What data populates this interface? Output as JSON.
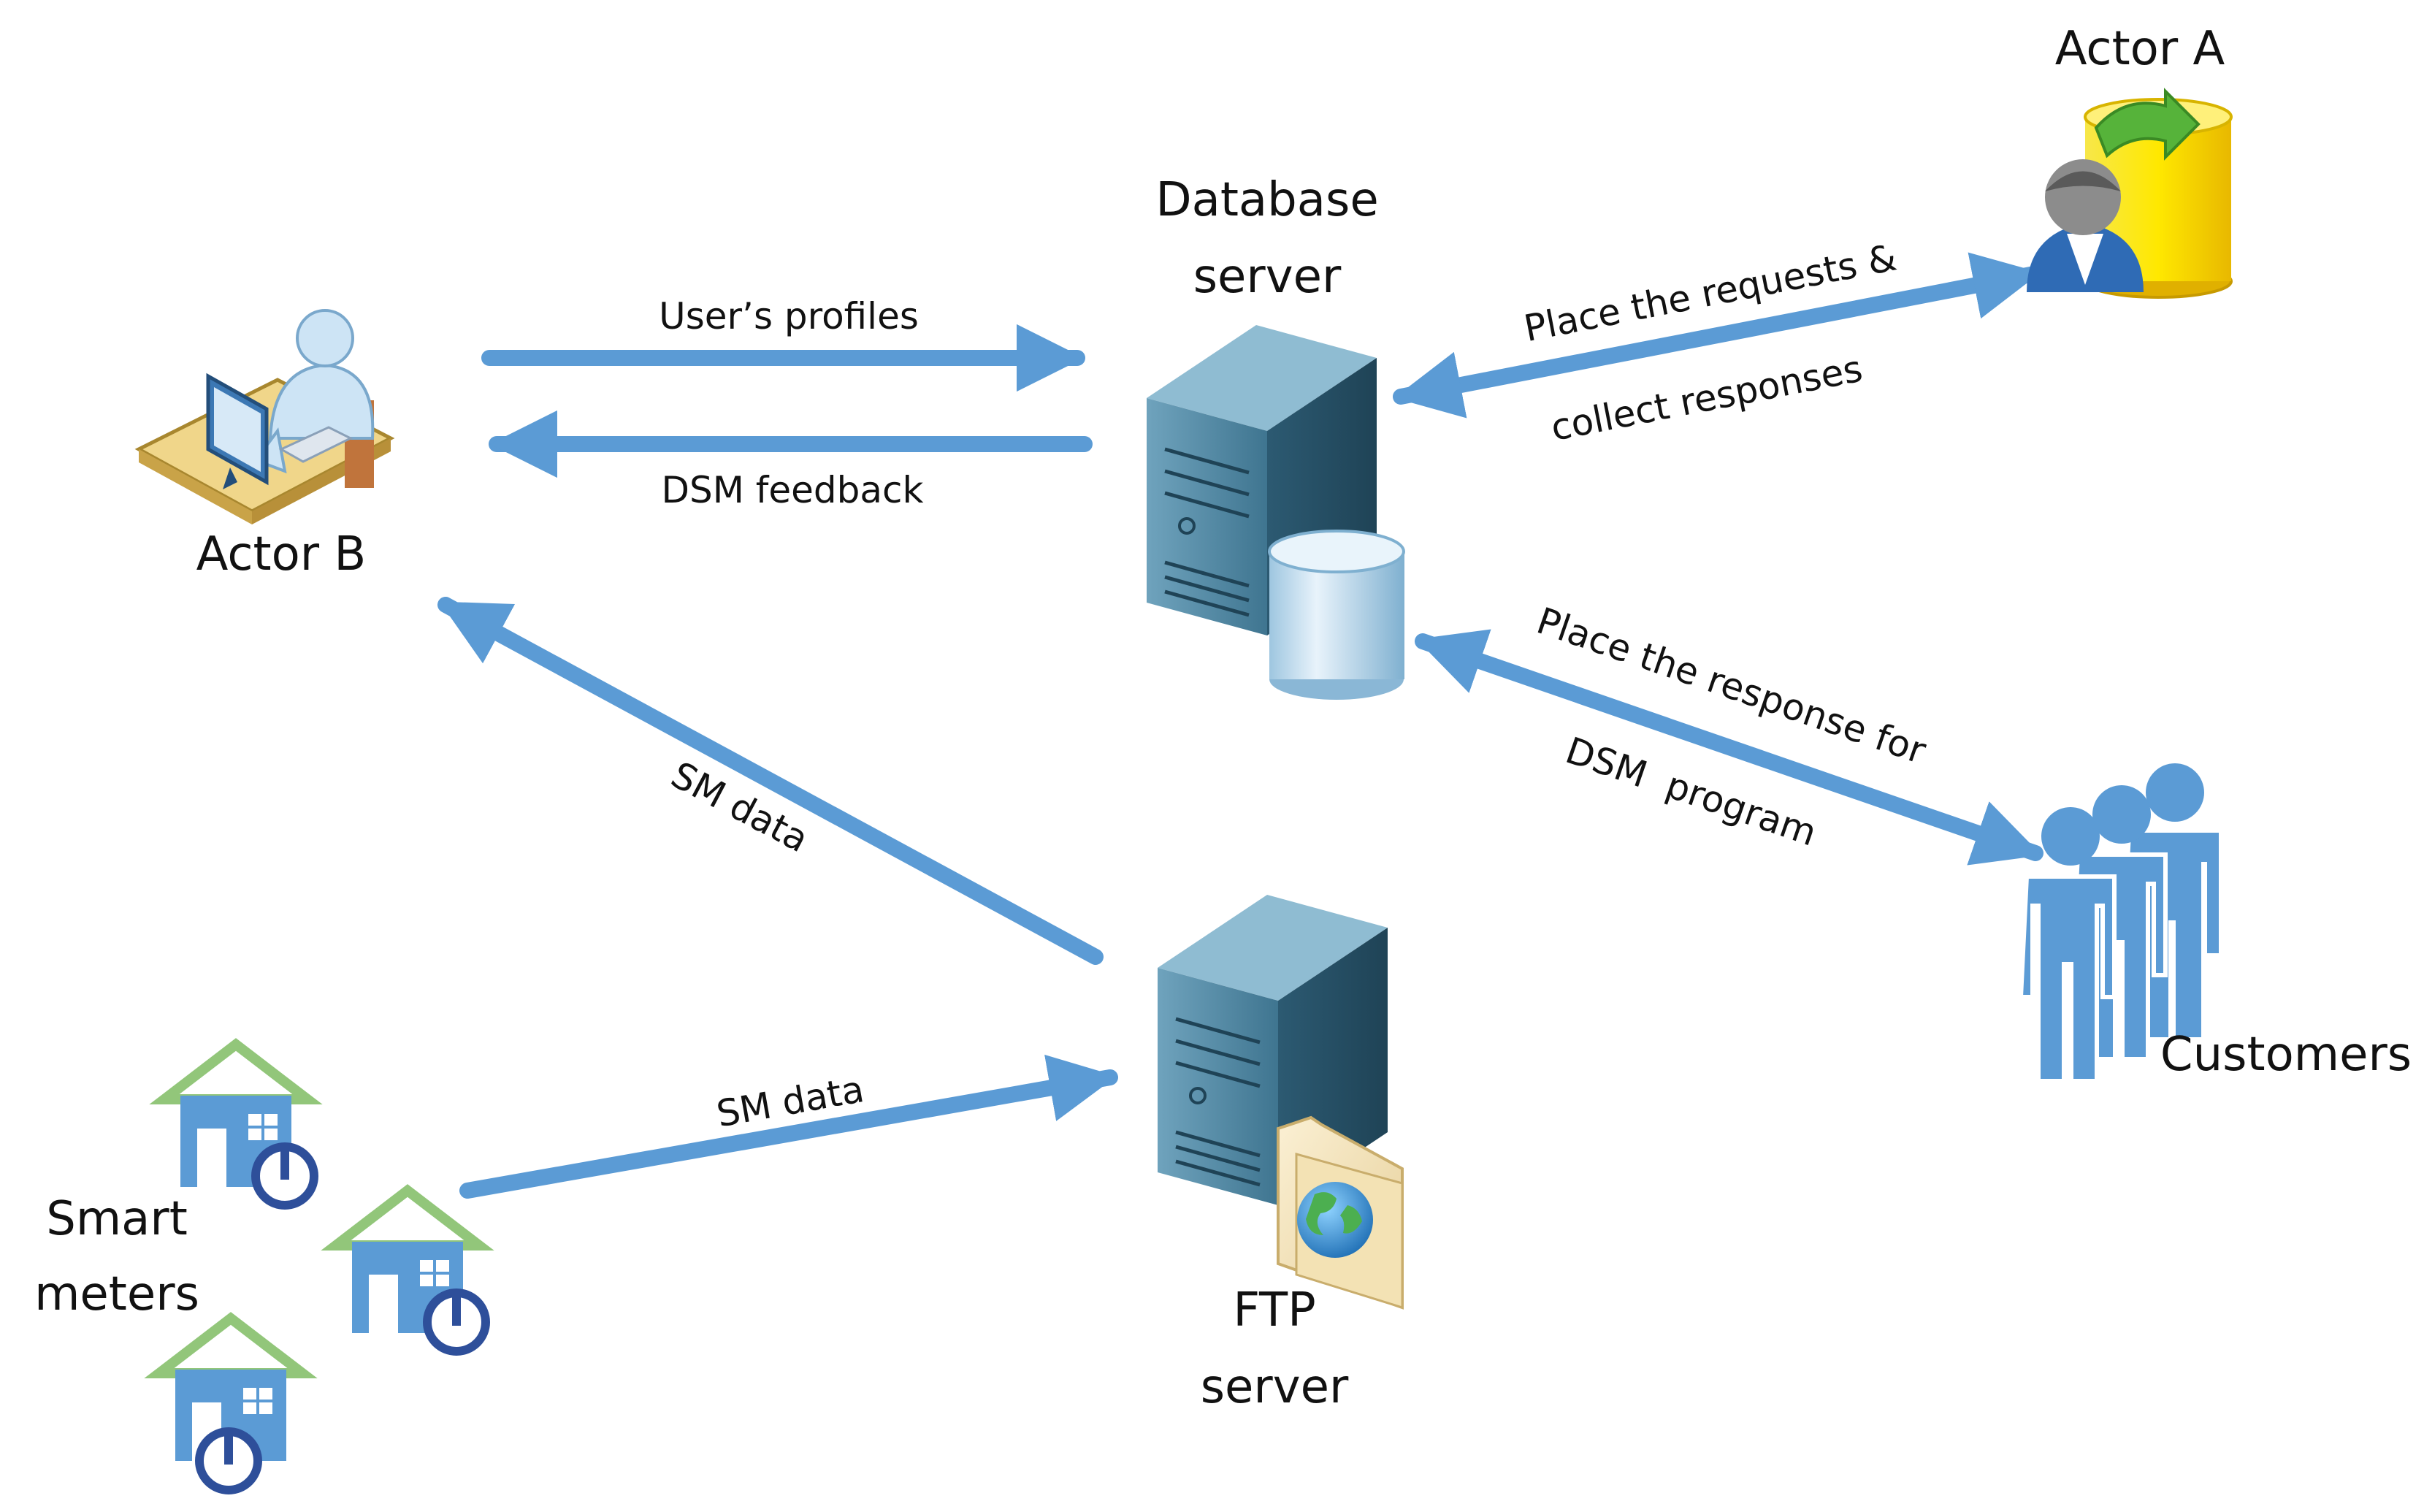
{
  "nodes": {
    "actor_a": {
      "label": "Actor A"
    },
    "actor_b": {
      "label": "Actor B"
    },
    "database_server": {
      "label_line1": "Database",
      "label_line2": "server"
    },
    "ftp_server": {
      "label_line1": "FTP",
      "label_line2": "server"
    },
    "customers": {
      "label": "Customers"
    },
    "smart_meters": {
      "label_line1": "Smart",
      "label_line2": "meters"
    }
  },
  "edges": {
    "users_profiles": {
      "label": "User’s profiles"
    },
    "dsm_feedback": {
      "label": "DSM feedback"
    },
    "requests_responses": {
      "label_line1": "Place the requests &",
      "label_line2": "collect responses"
    },
    "response_dsm": {
      "label_line1": "Place the response for",
      "label_line2": "DSM  program"
    },
    "sm_data_to_actor_b": {
      "label": "SM data"
    },
    "sm_data_to_ftp": {
      "label": "SM data"
    }
  },
  "colors": {
    "arrow": "#5b9bd5",
    "server_dark": "#2f5f78",
    "server_light": "#6fa3bd",
    "house_body": "#5b9bd5",
    "house_roof": "#92c67a",
    "power_icon": "#2e4f9a",
    "db_yellow": "#f5d800",
    "customer": "#5b9bd5"
  }
}
